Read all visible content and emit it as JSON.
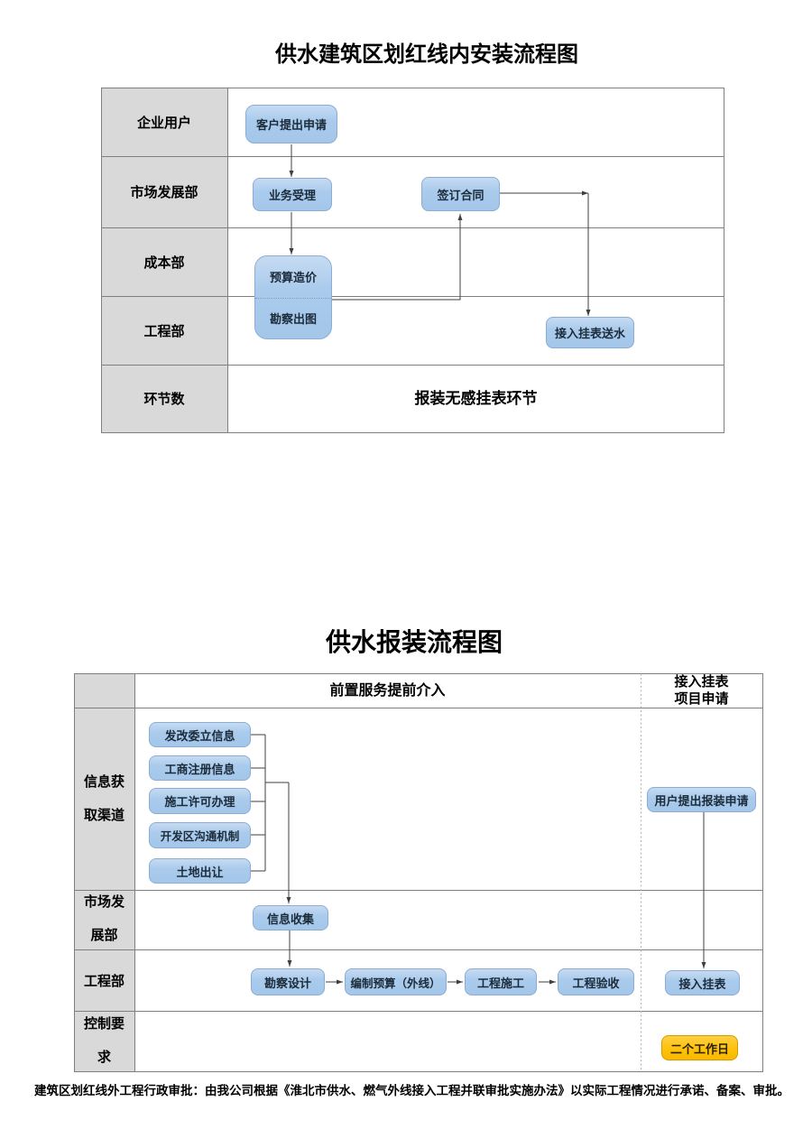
{
  "colors": {
    "node_fill": "#A9C9EA",
    "node_border": "#89ADD7",
    "lane_fill": "#D9D9D9",
    "grid_line": "#7F7F7F",
    "connector": "#3F3F3F",
    "highlight_fill": "#FFC008",
    "highlight_border": "#D49A00"
  },
  "chart1": {
    "title": "供水建筑区划红线内安装流程图",
    "lanes": [
      "企业用户",
      "市场发展部",
      "成本部",
      "工程部",
      "环节数"
    ],
    "nodes": {
      "apply": "客户提出申请",
      "accept": "业务受理",
      "contract": "签订合同",
      "budget": "预算造价",
      "survey": "勘察出图",
      "connect_water": "接入挂表送水"
    },
    "note": "报装无感挂表环节"
  },
  "chart2": {
    "title": "供水报装流程图",
    "headers": {
      "mid": "前置服务提前介入",
      "right1": "接入挂表",
      "right2": "项目申请"
    },
    "lanes": [
      "信息获取渠道",
      "市场发展部",
      "工程部",
      "控制要求"
    ],
    "nodes": {
      "ndrc_info": "发改委立信息",
      "business_reg": "工商注册信息",
      "construction_permit": "施工许可办理",
      "dev_zone": "开发区沟通机制",
      "land_transfer": "土地出让",
      "info_collect": "信息收集",
      "survey_design": "勘察设计",
      "budget_outline": "编制预算（外线）",
      "construction": "工程施工",
      "acceptance": "工程验收",
      "user_apply": "用户提出报装申请",
      "meter_connect": "接入挂表",
      "duration": "二个工作日"
    }
  },
  "footnote": "建筑区划红线外工程行政审批：由我公司根据《淮北市供水、燃气外线接入工程并联审批实施办法》以实际工程情况进行承诺、备案、审批。"
}
